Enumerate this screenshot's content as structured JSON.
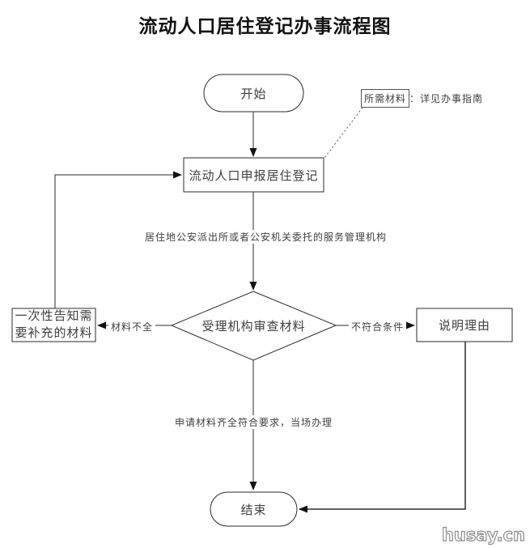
{
  "title": "流动人口居住登记办事流程图",
  "colors": {
    "line": "#2b2b2b",
    "arrow": "#111111",
    "text": "#3f3f3f",
    "background": "#ffffff"
  },
  "nodes": {
    "start": {
      "label": "开始",
      "type": "terminator"
    },
    "apply": {
      "label": "流动人口申报居住登记",
      "type": "process"
    },
    "review": {
      "label": "受理机构审查材料",
      "type": "decision"
    },
    "supplement": {
      "label": "一次性告知需要补充的材料",
      "type": "process"
    },
    "explain": {
      "label": "说明理由",
      "type": "process"
    },
    "end": {
      "label": "结束",
      "type": "terminator"
    }
  },
  "edge_labels": {
    "authority": "居住地公安派出所或者公安机关委托的服务管理机构",
    "incomplete": "材料不全",
    "not_qualified": "不符合条件",
    "qualified": "申请材料齐全符合要求，当场办理"
  },
  "annotation": {
    "boxed": "所需材料",
    "rest": "：详见办事指南"
  },
  "watermark": "husay.cn"
}
